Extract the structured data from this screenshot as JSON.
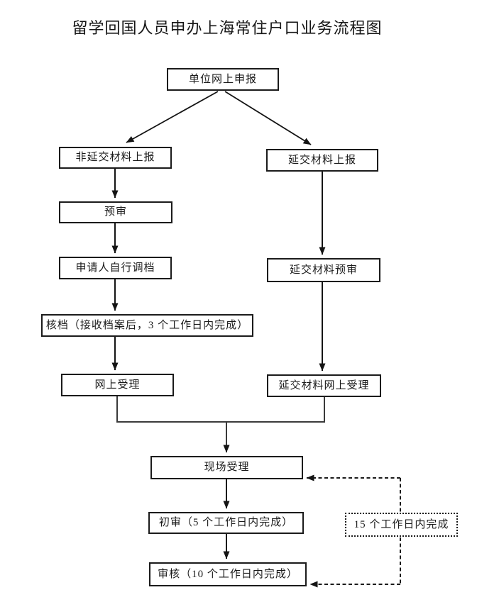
{
  "title": "留学回国人员申办上海常住户口业务流程图",
  "colors": {
    "background": "#ffffff",
    "line": "#1b1b1b",
    "text": "#1b1b1b"
  },
  "flowchart": {
    "nodes": {
      "declare": {
        "label": "单位网上申报"
      },
      "non_deferred_submit": {
        "label": "非延交材料上报"
      },
      "deferred_submit": {
        "label": "延交材料上报"
      },
      "pre_review": {
        "label": "预审"
      },
      "applicant_archive": {
        "label": "申请人自行调档"
      },
      "archive_check": {
        "label": "核档（接收档案后，3 个工作日内完成）"
      },
      "online_accept": {
        "label": "网上受理"
      },
      "deferred_pre_review": {
        "label": "延交材料预审"
      },
      "deferred_online_accept": {
        "label": "延交材料网上受理"
      },
      "onsite_accept": {
        "label": "现场受理"
      },
      "first_review": {
        "label": "初审（5 个工作日内完成）"
      },
      "final_review": {
        "label": "审核（10 个工作日内完成）"
      },
      "deadline_note": {
        "label": "15 个工作日内完成"
      }
    }
  }
}
